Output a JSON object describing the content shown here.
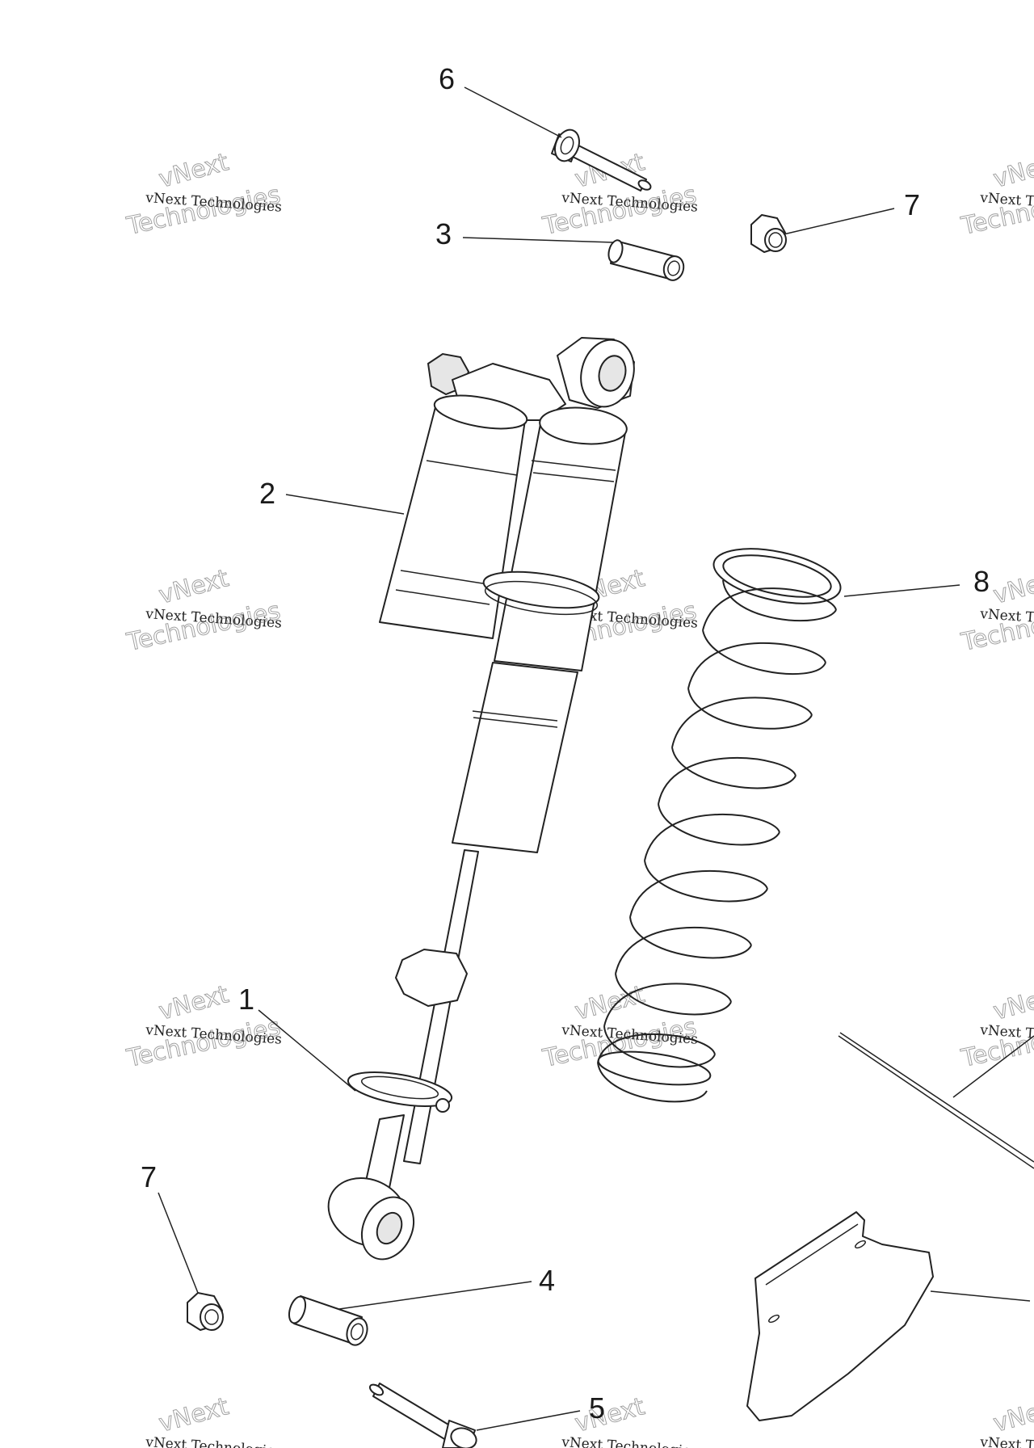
{
  "callouts": {
    "c1": "1",
    "c2": "2",
    "c3": "3",
    "c4": "4",
    "c5": "5",
    "c6": "6",
    "c7a": "7",
    "c7b": "7",
    "c8": "8"
  },
  "watermark": {
    "line1": "vNext Technologies",
    "line2": "Technologies",
    "line3": "vNext"
  }
}
